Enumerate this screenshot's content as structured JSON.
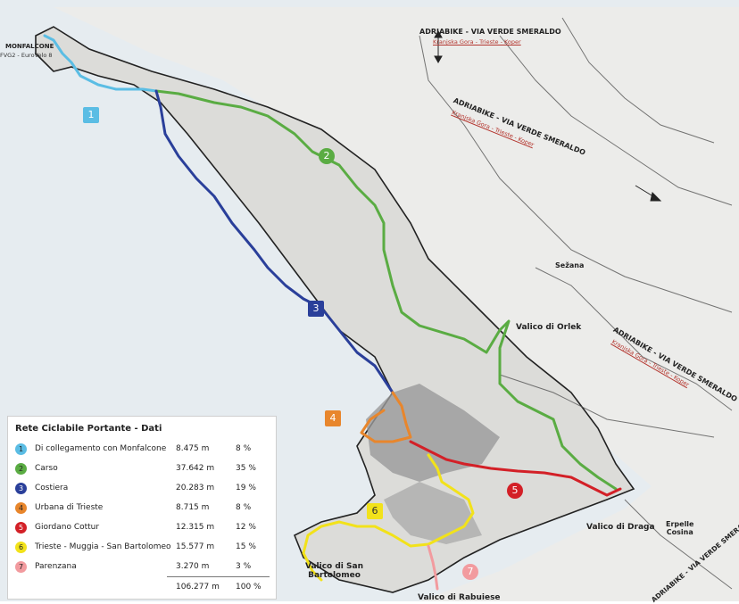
{
  "map": {
    "places": {
      "monfalcone": "MONFALCONE",
      "fvg_eurovelo": "FVG2 - EuroVelo 8",
      "sezana": "Sežana",
      "valico_orlek": "Valico di Orlek",
      "valico_draga": "Valico di Draga",
      "valico_san_bartolomeo": "Valico di San\nBartolomeo",
      "valico_rabuiese": "Valico di Rabuiese",
      "erpelle": "Erpelle\nCosina"
    },
    "adriabike": {
      "title": "ADRIABIKE - VIA VERDE SMERALDO",
      "subtitle": "Kranjska Gora - Trieste - Koper"
    },
    "route_colors": [
      "#5bbde4",
      "#5aac43",
      "#2a3f9a",
      "#e8862c",
      "#d32027",
      "#f2e21a",
      "#f29b9f"
    ]
  },
  "legend": {
    "title": "Rete Ciclabile Portante - Dati",
    "rows": [
      {
        "num": "1",
        "name": "Di collegamento con Monfalcone",
        "length": "8.475 m",
        "percent": "8 %",
        "color": "#5bbde4"
      },
      {
        "num": "2",
        "name": "Carso",
        "length": "37.642 m",
        "percent": "35 %",
        "color": "#5aac43"
      },
      {
        "num": "3",
        "name": "Costiera",
        "length": "20.283 m",
        "percent": "19 %",
        "color": "#2a3f9a"
      },
      {
        "num": "4",
        "name": "Urbana di Trieste",
        "length": "8.715 m",
        "percent": "8 %",
        "color": "#e8862c"
      },
      {
        "num": "5",
        "name": "Giordano Cottur",
        "length": "12.315 m",
        "percent": "12 %",
        "color": "#d32027"
      },
      {
        "num": "6",
        "name": "Trieste - Muggia - San Bartolomeo",
        "length": "15.577 m",
        "percent": "15 %",
        "color": "#f2e21a"
      },
      {
        "num": "7",
        "name": "Parenzana",
        "length": "3.270 m",
        "percent": "3 %",
        "color": "#f29b9f"
      }
    ],
    "total_length": "106.277 m",
    "total_percent": "100 %"
  }
}
